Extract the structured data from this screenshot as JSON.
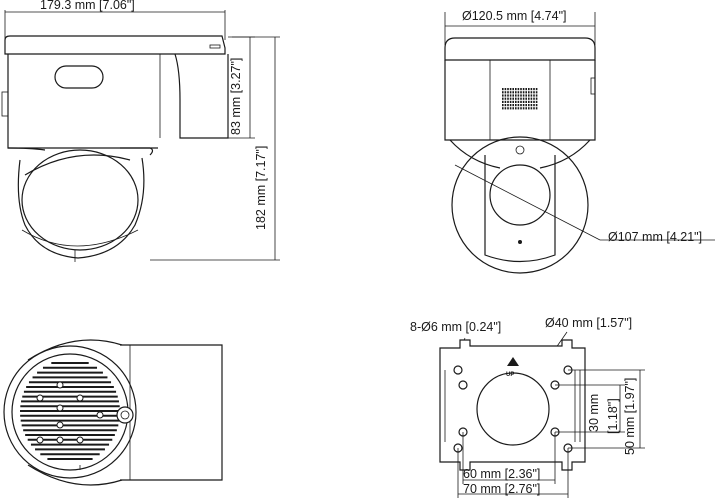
{
  "dimensions": {
    "width": "179.3 mm [7.06\"]",
    "height_body": "83 mm [3.27\"]",
    "height_total": "182 mm [7.17\"]",
    "diameter_top": "Ø120.5 mm [4.74\"]",
    "diameter_dome": "Ø107 mm [4.21\"]",
    "hole_spec": "8-Ø6 mm [0.24\"]",
    "hole_center": "Ø40 mm [1.57\"]",
    "bracket_h30": "30 mm",
    "bracket_h30_in": "[1.18\"]",
    "bracket_h50": "50 mm [1.97\"]",
    "bracket_w60": "60 mm [2.36\"]",
    "bracket_w70": "70 mm [2.76\"]"
  },
  "labels": {
    "up": "UP"
  }
}
